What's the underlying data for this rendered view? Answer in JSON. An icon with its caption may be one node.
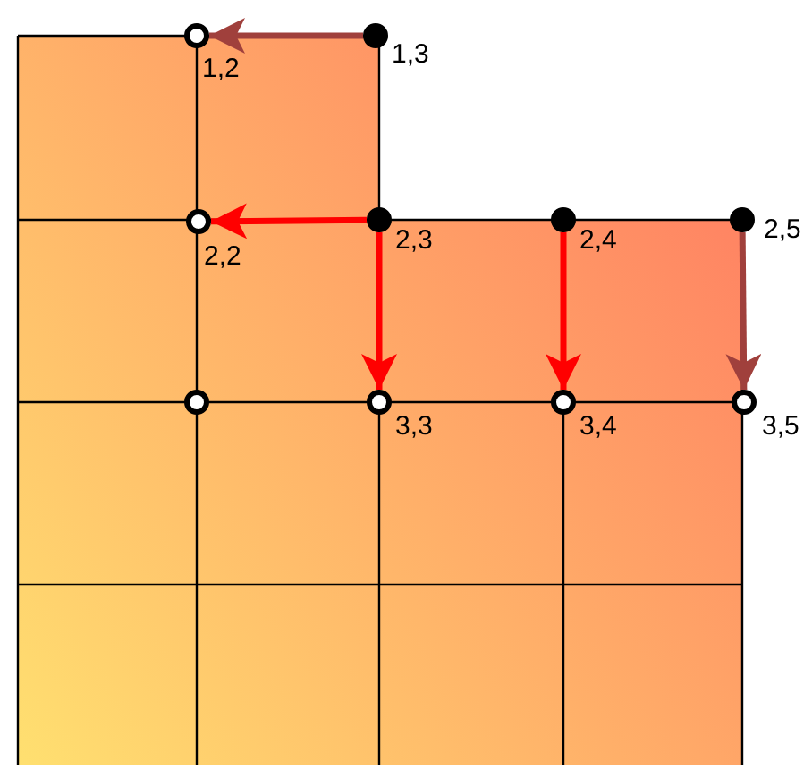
{
  "diagram": {
    "nodes": [
      {
        "text": [],
        "shape": "circle",
        "beside": [
          "1,2"
        ]
      },
      {
        "text": [],
        "shape": "dot",
        "beside": [
          "1,3"
        ]
      },
      {
        "text": [],
        "shape": "circle",
        "beside": [
          "2,2"
        ]
      },
      {
        "text": [],
        "shape": "dot",
        "beside": [
          "2,3"
        ]
      },
      {
        "text": [],
        "shape": "dot",
        "beside": [
          "2,4"
        ]
      },
      {
        "text": [],
        "shape": "dot",
        "beside": [
          "2,5"
        ]
      },
      {
        "text": [],
        "shape": "circle"
      },
      {
        "text": [],
        "shape": "circle",
        "beside": [
          "3,3"
        ]
      },
      {
        "text": [],
        "shape": "circle",
        "beside": [
          "3,4"
        ]
      },
      {
        "text": [],
        "shape": "circle",
        "beside": [
          "3,5"
        ]
      }
    ],
    "edges": [
      {
        "from": 1,
        "to": 0,
        "arrow": "to",
        "color": "#a0403c"
      },
      {
        "from": 3,
        "to": 2,
        "arrow": "to"
      },
      {
        "from": 3,
        "to": 7,
        "arrow": "to"
      },
      {
        "from": 4,
        "to": 8,
        "arrow": "to"
      },
      {
        "from": 5,
        "to": 9,
        "arrow": "to",
        "color": "#a0403c"
      }
    ]
  }
}
